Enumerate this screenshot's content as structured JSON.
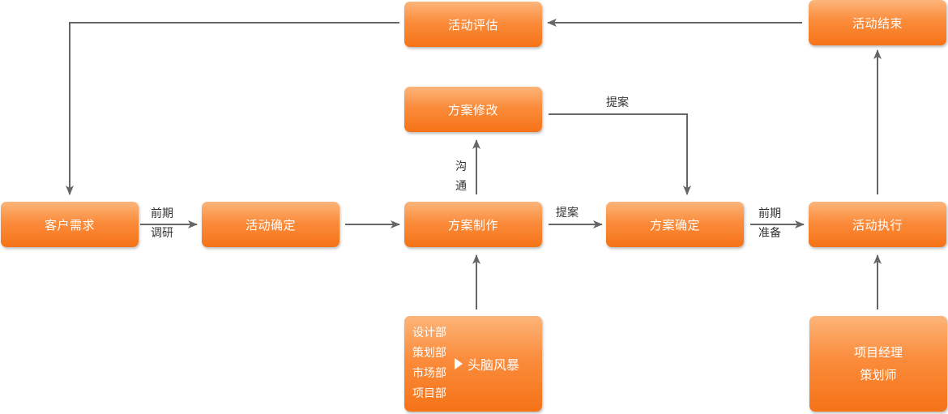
{
  "nodes": {
    "customer_needs": "客户需求",
    "activity_confirm": "活动确定",
    "plan_make": "方案制作",
    "plan_confirm": "方案确定",
    "activity_execute": "活动执行",
    "activity_end": "活动结束",
    "activity_evaluate": "活动评估",
    "plan_revise": "方案修改"
  },
  "departments": {
    "items": [
      "设计部",
      "策划部",
      "市场部",
      "项目部"
    ],
    "brainstorm": "头脑风暴"
  },
  "roles": {
    "items": [
      "项目经理",
      "策划师"
    ]
  },
  "edge_labels": {
    "early_research": [
      "前期",
      "调研"
    ],
    "communicate": [
      "沟",
      "通"
    ],
    "propose_main": "提案",
    "propose_top": "提案",
    "early_prep": [
      "前期",
      "准备"
    ]
  },
  "colors": {
    "node_top": "#fcb57a",
    "node_bottom": "#f57317",
    "arrow": "#666666",
    "text": "#333333"
  }
}
